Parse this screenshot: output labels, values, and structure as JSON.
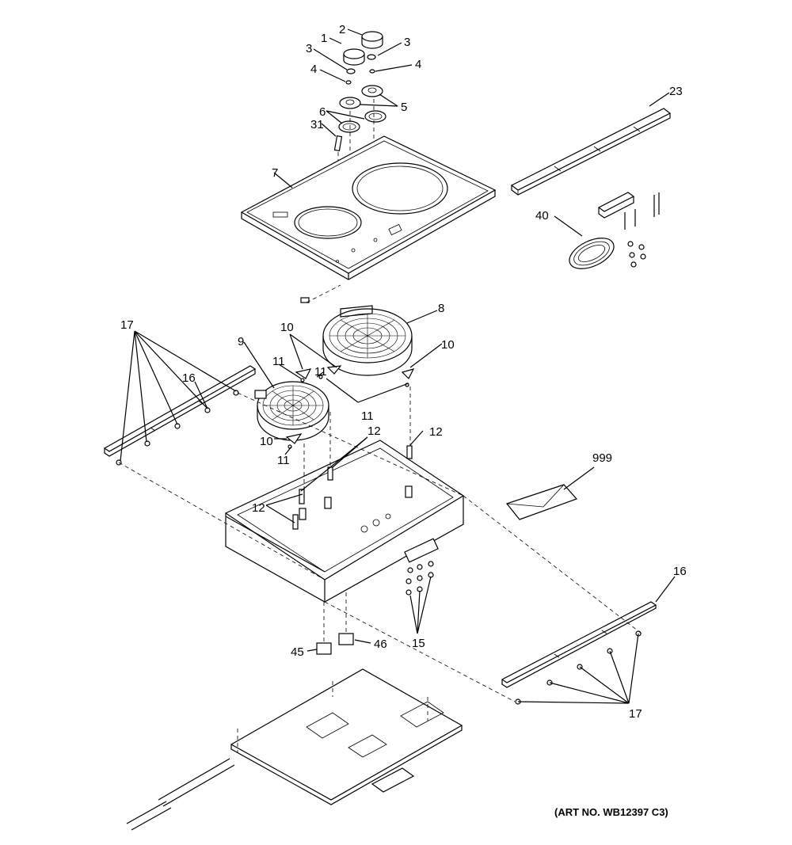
{
  "diagram": {
    "art_number": "(ART NO. WB12397 C3)",
    "part_labels": [
      {
        "id": "p1",
        "text": "1"
      },
      {
        "id": "p2",
        "text": "2"
      },
      {
        "id": "p3a",
        "text": "3"
      },
      {
        "id": "p3b",
        "text": "3"
      },
      {
        "id": "p4a",
        "text": "4"
      },
      {
        "id": "p4b",
        "text": "4"
      },
      {
        "id": "p5",
        "text": "5"
      },
      {
        "id": "p6",
        "text": "6"
      },
      {
        "id": "p31",
        "text": "31"
      },
      {
        "id": "p7",
        "text": "7"
      },
      {
        "id": "p23",
        "text": "23"
      },
      {
        "id": "p40",
        "text": "40"
      },
      {
        "id": "p8",
        "text": "8"
      },
      {
        "id": "p9",
        "text": "9"
      },
      {
        "id": "p10a",
        "text": "10"
      },
      {
        "id": "p10b",
        "text": "10"
      },
      {
        "id": "p10c",
        "text": "10"
      },
      {
        "id": "p11a",
        "text": "11"
      },
      {
        "id": "p11b",
        "text": "11"
      },
      {
        "id": "p11c",
        "text": "11"
      },
      {
        "id": "p11d",
        "text": "11"
      },
      {
        "id": "p12a",
        "text": "12"
      },
      {
        "id": "p12b",
        "text": "12"
      },
      {
        "id": "p12c",
        "text": "12"
      },
      {
        "id": "p16a",
        "text": "16"
      },
      {
        "id": "p16b",
        "text": "16"
      },
      {
        "id": "p17a",
        "text": "17"
      },
      {
        "id": "p17b",
        "text": "17"
      },
      {
        "id": "p999",
        "text": "999"
      },
      {
        "id": "p15",
        "text": "15"
      },
      {
        "id": "p45",
        "text": "45"
      },
      {
        "id": "p46",
        "text": "46"
      }
    ]
  }
}
